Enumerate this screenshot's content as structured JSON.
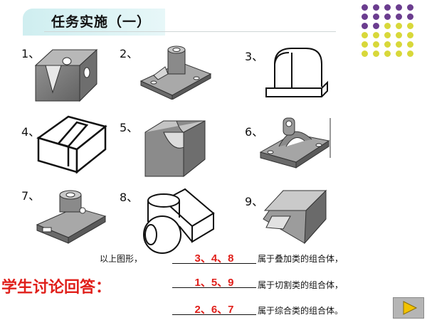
{
  "title": "任务实施（一）",
  "figure_numbers": [
    "1、",
    "2、",
    "3、",
    "4、",
    "5、",
    "6、",
    "7、",
    "8、",
    "9、"
  ],
  "answers": [
    {
      "value": "3、4、8",
      "suffix": "属于叠加类的组合体，"
    },
    {
      "value": "1、5、9",
      "suffix": "属于切割类的组合体，"
    },
    {
      "value": "2、6、7",
      "suffix": "属于综合类的组合体。"
    }
  ],
  "answer_prefix": "以上图形，",
  "discussion_label": "学生讨论回答：",
  "colors": {
    "accent_red": "#e0201b",
    "dot_purple": "#6b3d8f",
    "dot_yellow": "#d8d83a",
    "title_tab": "#cfeef0"
  },
  "icons": {
    "next": "play-triangle-icon"
  }
}
